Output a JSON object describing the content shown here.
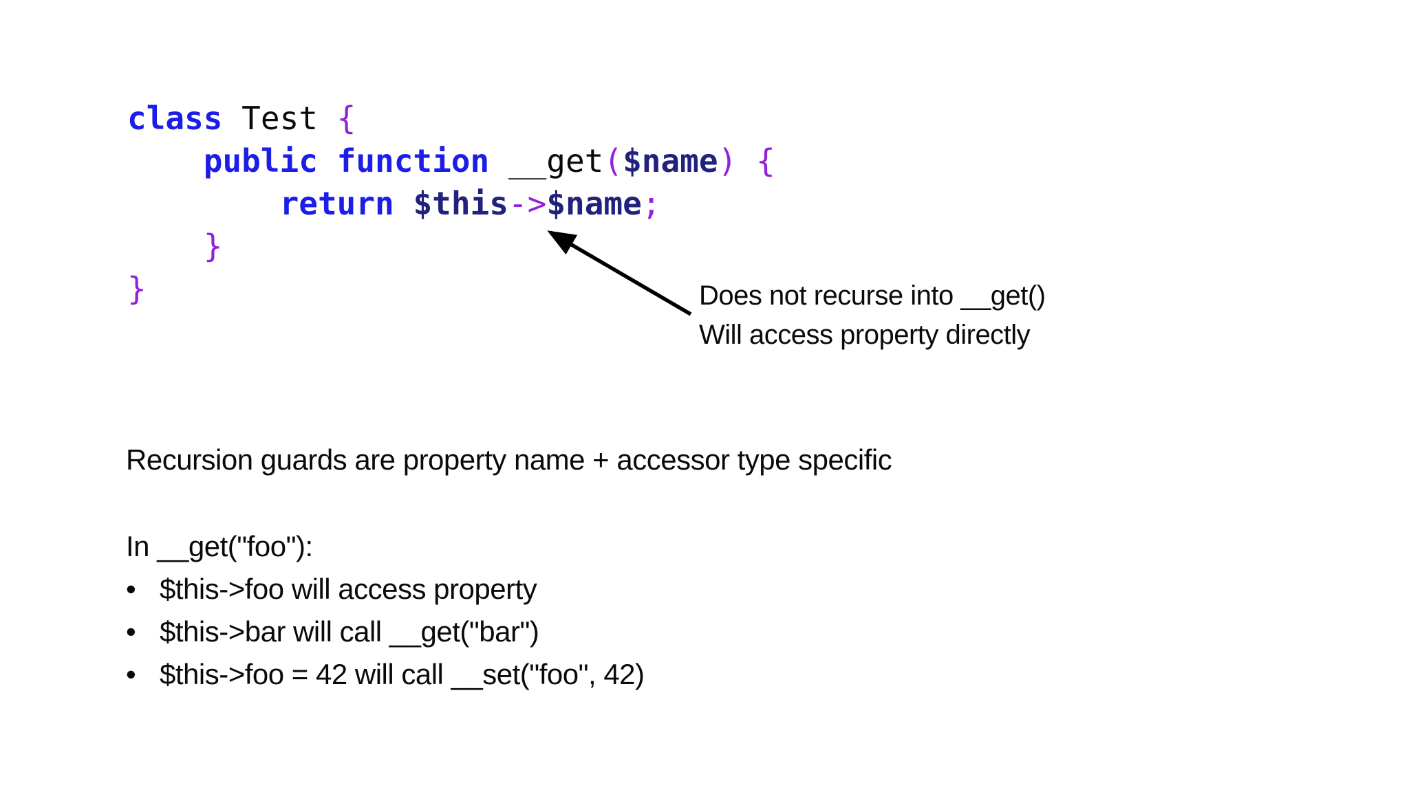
{
  "slide": {
    "colors": {
      "background": "#ffffff",
      "text": "#0a0a0a",
      "keyword": "#1d1de8",
      "variable": "#22227c",
      "punct": "#9320dd",
      "plain": "#0a0a0a",
      "arrow": "#000000"
    },
    "code": {
      "lines": [
        {
          "tokens": [
            {
              "type": "keyword",
              "text": "class"
            },
            {
              "type": "plain",
              "text": " Test "
            },
            {
              "type": "punct",
              "text": "{"
            }
          ]
        },
        {
          "tokens": [
            {
              "type": "plain",
              "text": "    "
            },
            {
              "type": "keyword",
              "text": "public function"
            },
            {
              "type": "plain",
              "text": " __get"
            },
            {
              "type": "punct",
              "text": "("
            },
            {
              "type": "variable",
              "text": "$name"
            },
            {
              "type": "punct",
              "text": ") {"
            }
          ]
        },
        {
          "tokens": [
            {
              "type": "plain",
              "text": "        "
            },
            {
              "type": "keyword",
              "text": "return"
            },
            {
              "type": "plain",
              "text": " "
            },
            {
              "type": "variable",
              "text": "$this"
            },
            {
              "type": "punct",
              "text": "->"
            },
            {
              "type": "variable",
              "text": "$name"
            },
            {
              "type": "punct",
              "text": ";"
            }
          ]
        },
        {
          "tokens": [
            {
              "type": "plain",
              "text": "    "
            },
            {
              "type": "punct",
              "text": "}"
            }
          ]
        },
        {
          "tokens": [
            {
              "type": "punct",
              "text": "}"
            }
          ]
        }
      ]
    },
    "annotation": {
      "line1": "Does not recurse into __get()",
      "line2": "Will access property directly"
    },
    "body": {
      "statement": "Recursion guards are property name + accessor type specific",
      "list_header": "In __get(\"foo\"):",
      "bullet_glyph": "•",
      "bullets": [
        "$this->foo will access property",
        "$this->bar will call __get(\"bar\")",
        "$this->foo = 42 will call __set(\"foo\", 42)"
      ]
    }
  }
}
